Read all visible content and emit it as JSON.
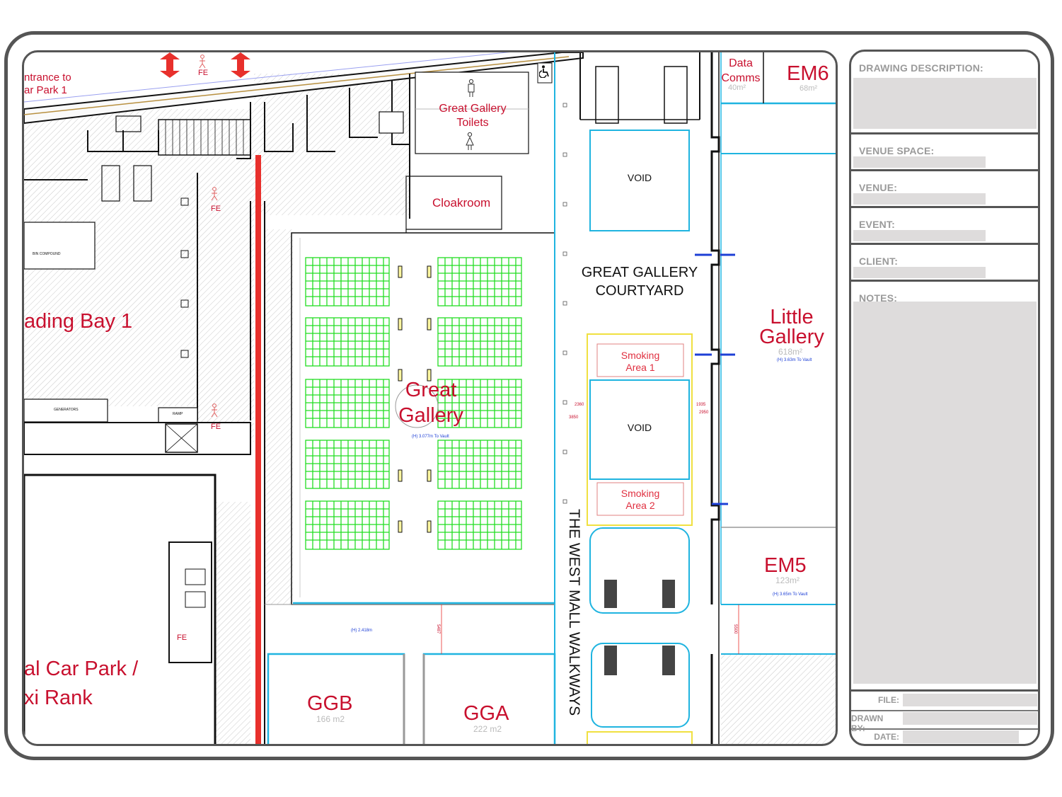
{
  "plan": {
    "labels": {
      "entrance": [
        "ntrance to",
        "ar Park 1"
      ],
      "fe": "FE",
      "great_gallery_toilets": [
        "Great Gallery",
        "Toilets"
      ],
      "cloakroom": "Cloakroom",
      "void": "VOID",
      "courtyard": [
        "GREAT GALLERY",
        "COURTYARD"
      ],
      "loading_bay": "ading Bay 1",
      "bin_compound": "BIN COMPOUND",
      "generators": "GENERATORS",
      "ramp": "RAMP",
      "great_gallery": [
        "Great",
        "Gallery"
      ],
      "vault_height": "(H) 3.077m To Vault",
      "smoking_1": [
        "Smoking",
        "Area 1"
      ],
      "smoking_2": [
        "Smoking",
        "Area 2"
      ],
      "dim_2360": "2360",
      "dim_3850": "3850",
      "dim_1935": "1935",
      "dim_2950": "2950",
      "walkways": "THE WEST MALL WALKWAYS",
      "data_comms": [
        "Data",
        "Comms"
      ],
      "data_comms_area": "40m²",
      "em6": "EM6",
      "em6_area": "68m²",
      "little_gallery": [
        "Little",
        "Gallery"
      ],
      "little_gallery_area": "618m²",
      "little_gallery_height": "(H) 3.63m To Vault",
      "em5": "EM5",
      "em5_area": "123m²",
      "em5_height": "(H) 3.65m To Vault",
      "corridor_height": "(H) 2.418m",
      "dim_5487": "5487",
      "dim_5500": "5500",
      "car_park": [
        "al Car Park /",
        "xi Rank"
      ],
      "ggb": "GGB",
      "ggb_area": "166 m2",
      "gga": "GGA",
      "gga_area": "222 m2"
    }
  },
  "panel": {
    "drawing_description": "DRAWING DESCRIPTION:",
    "venue_space": "VENUE SPACE:",
    "venue": "VENUE:",
    "event": "EVENT:",
    "client": "CLIENT:",
    "notes": "NOTES:",
    "file": "FILE:",
    "drawn_by": "DRAWN BY:",
    "date": "DATE:"
  },
  "colors": {
    "label_red": "#c8102e",
    "wall": "#111111",
    "cyan_wall": "#1fb4e0",
    "seating_green": "#22dd22",
    "corridor_red": "#e8302c",
    "panel_box": "#dedcdc",
    "frame": "#555555",
    "smoking_outline": "#f0e040",
    "door_blue": "#1d3fd6"
  }
}
